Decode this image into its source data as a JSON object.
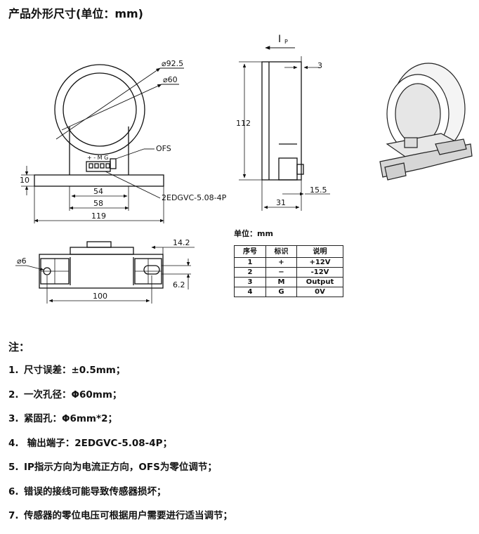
{
  "title": "产品外形尺寸(单位：mm)",
  "front_view": {
    "dims": {
      "outer_dia": "⌀92.5",
      "inner_dia": "⌀60",
      "height_10": "10",
      "w54": "54",
      "w58": "58",
      "w119": "119"
    },
    "connector_pins": "+ - M G",
    "ofs_label": "OFS",
    "connector_model": "2EDGVC-5.08-4P"
  },
  "side_view": {
    "current_label": "I",
    "current_sub": "P",
    "dims": {
      "d3": "3",
      "d112": "112",
      "d15_5": "15.5",
      "d31": "31"
    }
  },
  "bottom_view": {
    "dims": {
      "hole": "⌀6",
      "d14_2": "14.2",
      "d6_2": "6.2",
      "d100": "100"
    }
  },
  "unit_label": "单位：mm",
  "pin_table": {
    "headers": [
      "序号",
      "标识",
      "说明"
    ],
    "rows": [
      [
        "1",
        "+",
        "+12V"
      ],
      [
        "2",
        "−",
        "-12V"
      ],
      [
        "3",
        "M",
        "Output"
      ],
      [
        "4",
        "G",
        "0V"
      ]
    ]
  },
  "notes_title": "注：",
  "notes": [
    {
      "num": "1.",
      "text": "尺寸误差：±0.5mm；"
    },
    {
      "num": "2.",
      "text": "一次孔径：Φ60mm；"
    },
    {
      "num": "3.",
      "text": "紧固孔：Φ6mm*2；"
    },
    {
      "num": "4.",
      "text": " 输出端子：2EDGVC-5.08-4P；"
    },
    {
      "num": "5.",
      "text": "IP指示方向为电流正方向，OFS为零位调节；"
    },
    {
      "num": "6.",
      "text": "错误的接线可能导致传感器损坏；"
    },
    {
      "num": "7.",
      "text": "传感器的零位电压可根据用户需要进行适当调节；"
    }
  ]
}
